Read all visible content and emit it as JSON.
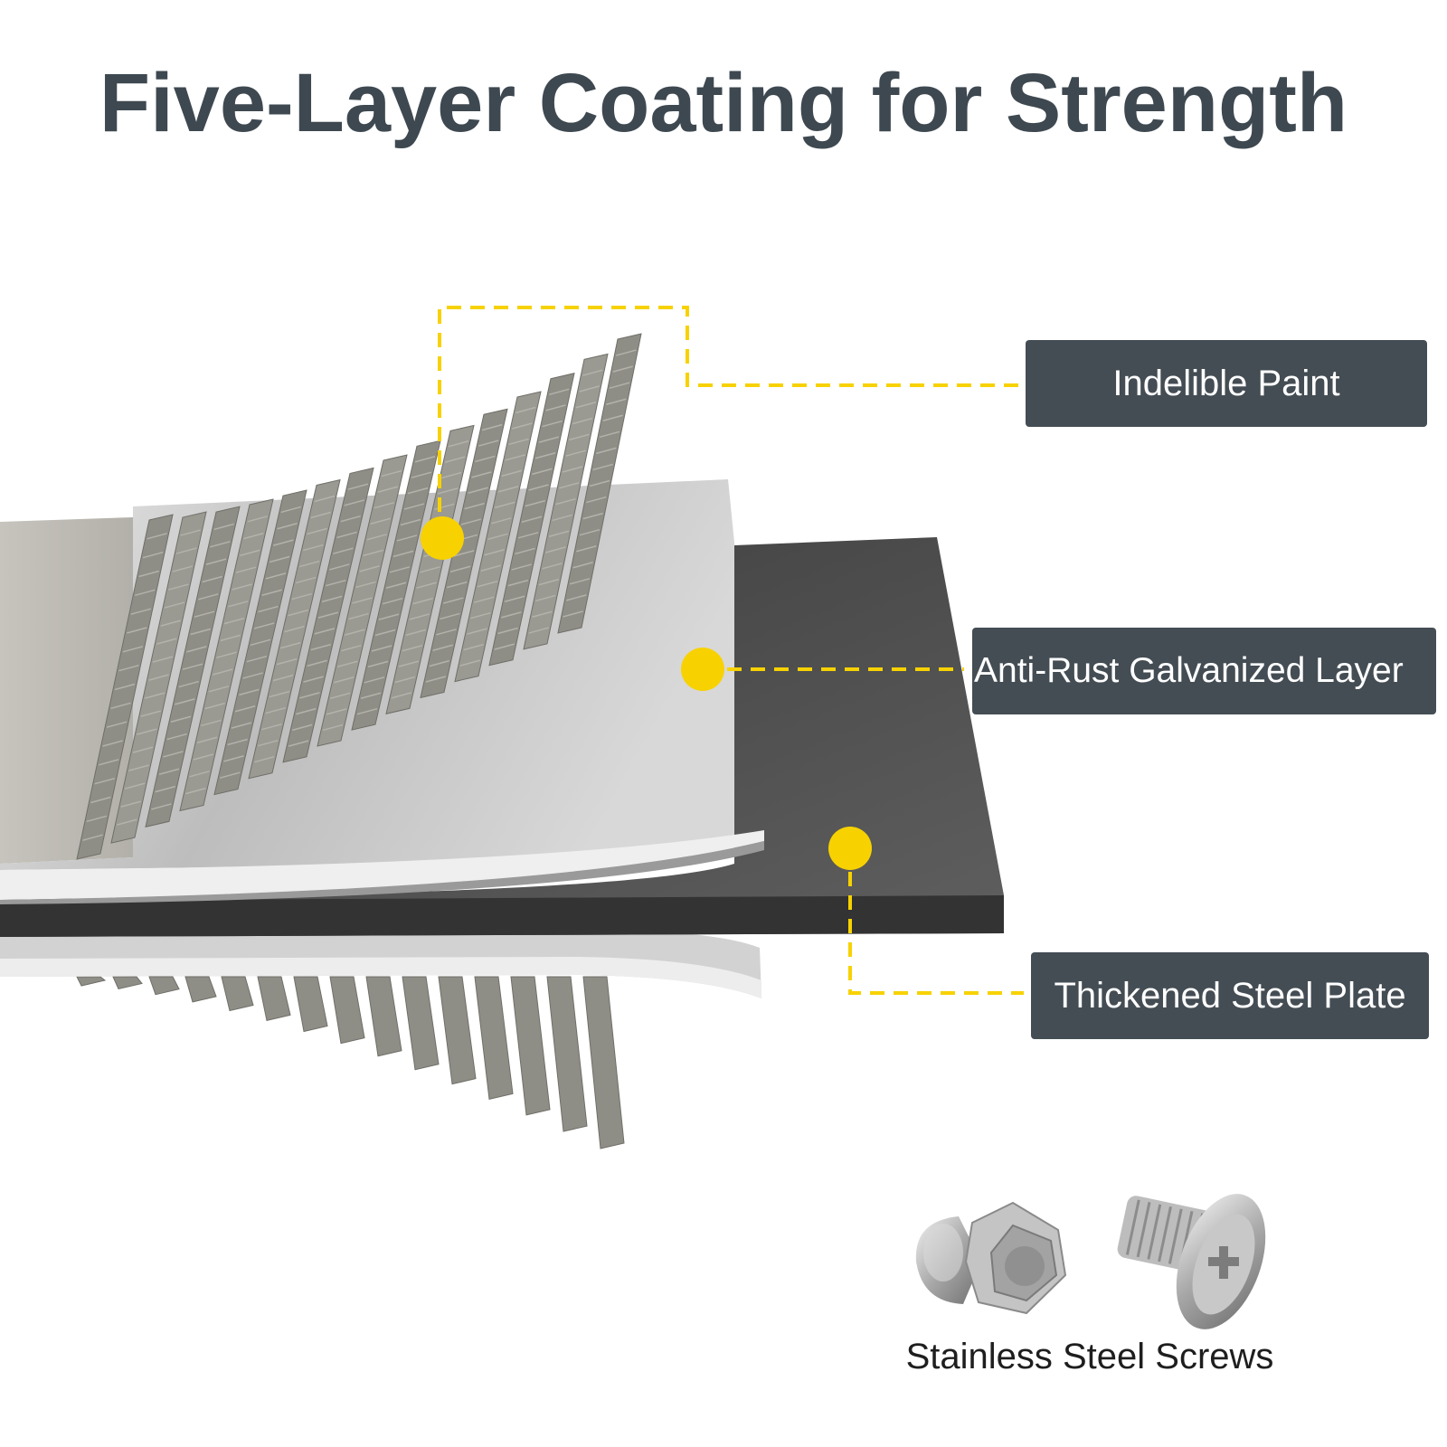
{
  "title": "Five-Layer Coating for Strength",
  "labels": {
    "paint": "Indelible Paint",
    "rust": "Anti-Rust Galvanized Layer",
    "steel": "Thickened Steel Plate"
  },
  "screws": {
    "caption": "Stainless Steel Screws",
    "icons": [
      "cap-nut-icon",
      "phillips-screw-icon"
    ]
  },
  "colors": {
    "title": "#3e4850",
    "label_bg": "#444d54",
    "accent": "#f7d200",
    "steel_plate": "#4a4a4a",
    "galvanized": "#c9c9c9",
    "paint_ribs": "#8f8f87"
  }
}
